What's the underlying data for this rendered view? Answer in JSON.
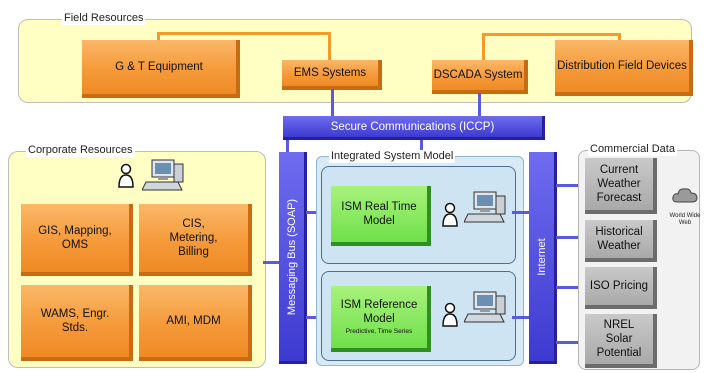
{
  "field": {
    "label": "Field Resources",
    "boxes": [
      "G & T Equipment",
      "EMS Systems",
      "DSCADA System",
      "Distribution Field Devices"
    ]
  },
  "corporate": {
    "label": "Corporate Resources",
    "boxes": [
      "GIS, Mapping, OMS",
      "CIS, Metering, Billing",
      "WAMS, Engr. Stds.",
      "AMI, MDM"
    ]
  },
  "ism": {
    "label": "Integrated System Model",
    "realtime": "ISM Real Time Model",
    "reference": "ISM Reference Model",
    "reference_sub": "Predictive, Time Series"
  },
  "buses": {
    "iccp": "Secure Communications (ICCP)",
    "soap": "Messaging Bus (SOAP)",
    "internet": "Internet"
  },
  "commercial": {
    "label": "Commercial Data",
    "boxes": [
      "Current Weather Forecast",
      "Historical Weather",
      "ISO Pricing",
      "NREL Solar Potential"
    ],
    "cloud_label": "World Wide Web"
  },
  "colors": {
    "orange": "#f59a3a",
    "yellow_region": "#ffffc4",
    "blue_bus": "#4b48dc",
    "green": "#6fe04a",
    "gray": "#b4b4b4"
  }
}
